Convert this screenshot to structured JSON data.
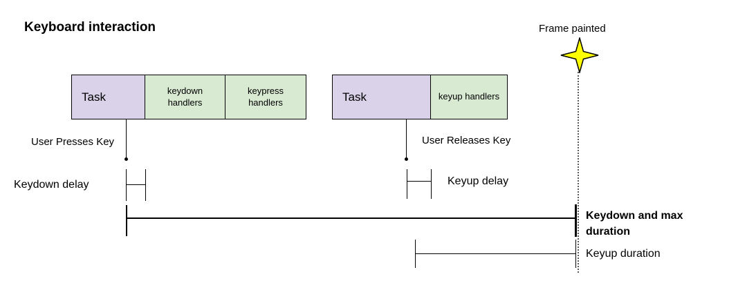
{
  "title": "Keyboard interaction",
  "frame": {
    "label": "Frame painted",
    "icon": "four-point-star-icon"
  },
  "colors": {
    "task_fill": "#d9d2e9",
    "handlers_fill": "#d9ead3",
    "star_fill": "#ffff00",
    "line_color": "#000000"
  },
  "keydown_sequence": {
    "task_label": "Task",
    "handlers": [
      {
        "label": "keydown handlers"
      },
      {
        "label": "keypress handlers"
      }
    ],
    "event_label": "User Presses Key",
    "delay_label": "Keydown delay",
    "duration_label": "Keydown and max duration"
  },
  "keyup_sequence": {
    "task_label": "Task",
    "handlers": [
      {
        "label": "keyup handlers"
      }
    ],
    "event_label": "User Releases Key",
    "delay_label": "Keyup delay",
    "duration_label": "Keyup duration"
  }
}
